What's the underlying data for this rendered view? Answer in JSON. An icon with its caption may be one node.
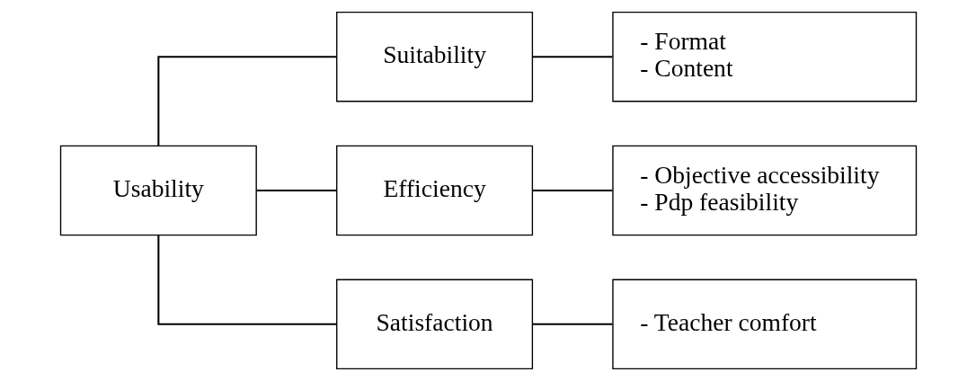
{
  "diagram": {
    "nodes": [
      {
        "text": [
          "Usability"
        ]
      },
      {
        "text": [
          "Suitability"
        ]
      },
      {
        "text": [
          "Efficiency"
        ]
      },
      {
        "text": [
          "Satisfaction"
        ]
      },
      {
        "text": [
          "- Format",
          "- Content"
        ]
      },
      {
        "text": [
          "- Objective accessibility",
          "- Pdp feasibility"
        ]
      },
      {
        "text": [
          "- Teacher comfort"
        ]
      }
    ],
    "edges": [
      {
        "from": 0,
        "to": 1,
        "arrow": "none"
      },
      {
        "from": 0,
        "to": 2,
        "arrow": "none"
      },
      {
        "from": 0,
        "to": 3,
        "arrow": "none"
      },
      {
        "from": 1,
        "to": 4,
        "arrow": "none"
      },
      {
        "from": 2,
        "to": 5,
        "arrow": "none"
      },
      {
        "from": 3,
        "to": 6,
        "arrow": "none"
      }
    ]
  }
}
